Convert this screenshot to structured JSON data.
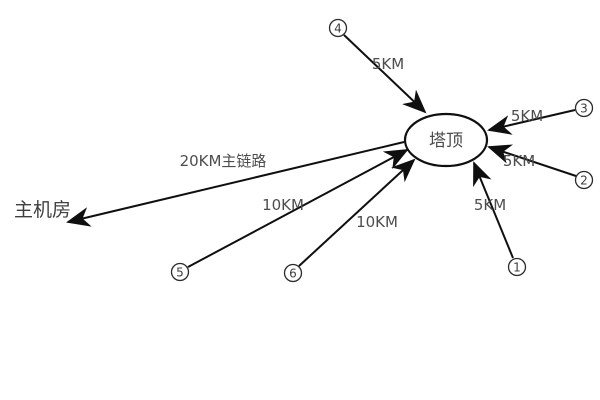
{
  "diagram": {
    "tower_node": {
      "label": "塔顶"
    },
    "main_room_node": {
      "label": "主机房"
    },
    "stations": [
      {
        "label": "1"
      },
      {
        "label": "2"
      },
      {
        "label": "3"
      },
      {
        "label": "4"
      },
      {
        "label": "5"
      },
      {
        "label": "6"
      }
    ],
    "link_labels": {
      "station1": "5KM",
      "station2": "5KM",
      "station3": "5KM",
      "station4": "5KM",
      "station5": "10KM",
      "station6": "10KM",
      "main_link": "20KM主链路"
    },
    "colors": {
      "line": "#0f0f0f",
      "text": "#4d4d4d",
      "background": "#ffffff"
    }
  }
}
